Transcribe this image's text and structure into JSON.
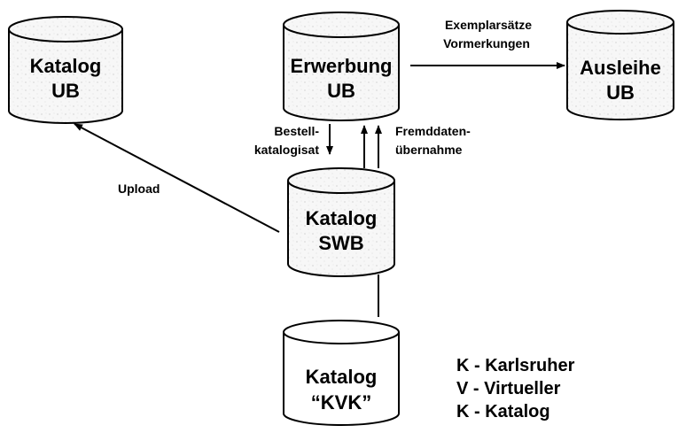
{
  "databases": {
    "katalog_ub": {
      "line1": "Katalog",
      "line2": "UB"
    },
    "erwerbung_ub": {
      "line1": "Erwerbung",
      "line2": "UB"
    },
    "ausleihe_ub": {
      "line1": "Ausleihe",
      "line2": "UB"
    },
    "katalog_swb": {
      "line1": "Katalog",
      "line2": "SWB"
    },
    "katalog_kvk": {
      "line1": "Katalog",
      "line2": "“KVK”"
    }
  },
  "edges": {
    "exemplar": {
      "line1": "Exemplarsätze",
      "line2": "Vormerkungen"
    },
    "bestell": {
      "line1": "Bestell-",
      "line2": "katalogisat"
    },
    "fremd": {
      "line1": "Fremddaten-",
      "line2": "übernahme"
    },
    "upload": {
      "line1": "Upload"
    }
  },
  "legend": {
    "line1": "K - Karlsruher",
    "line2": "V - Virtueller",
    "line3": "K - Katalog"
  }
}
